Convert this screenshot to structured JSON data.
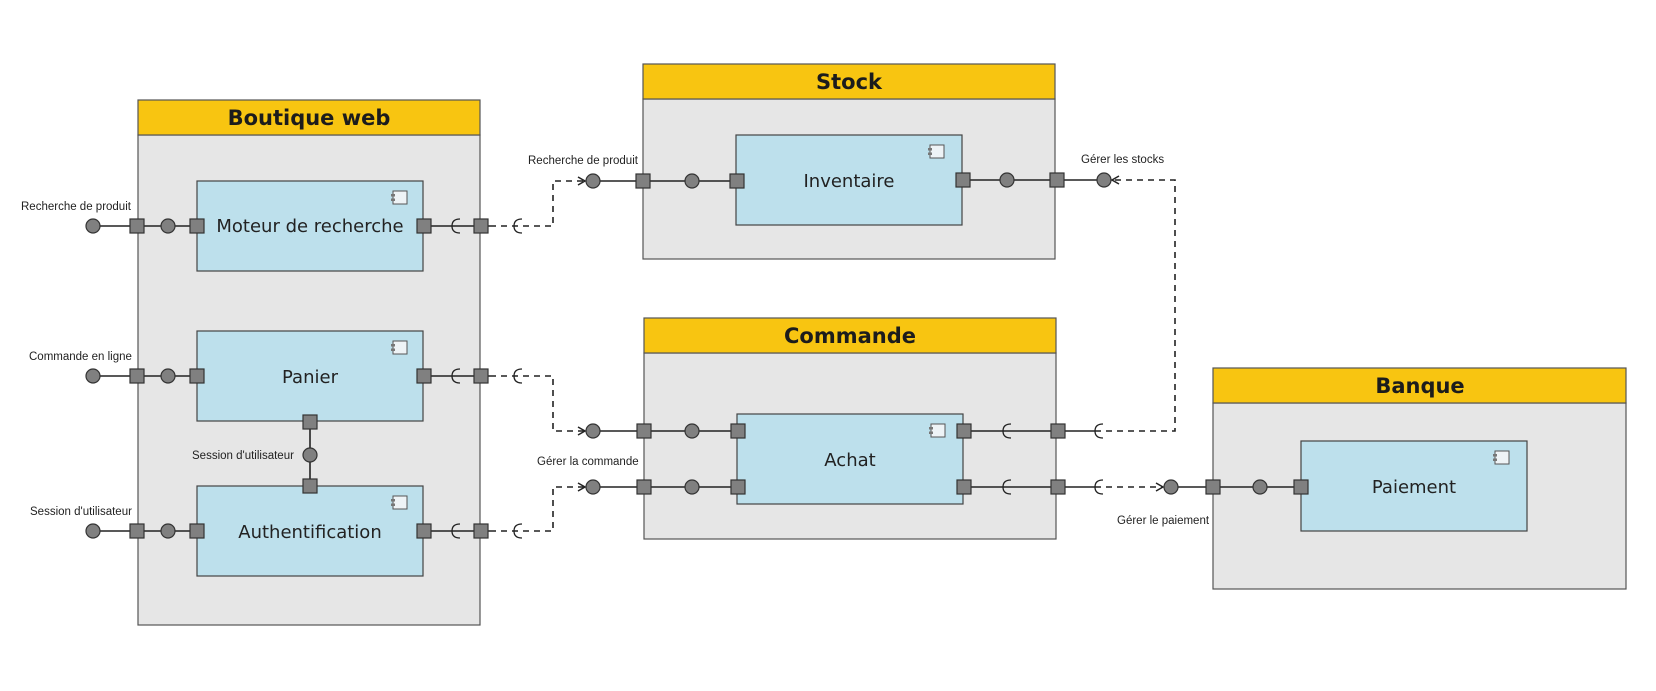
{
  "packages": {
    "boutique": "Boutique web",
    "stock": "Stock",
    "commande": "Commande",
    "banque": "Banque"
  },
  "components": {
    "moteur": "Moteur de recherche",
    "panier": "Panier",
    "auth": "Authentification",
    "inventaire": "Inventaire",
    "achat": "Achat",
    "paiement": "Paiement"
  },
  "interfaces": {
    "recherche_left": "Recherche de produit",
    "commande_left": "Commande en ligne",
    "session_left": "Session d'utilisateur",
    "session_mid": "Session d'utilisateur",
    "recherche_stock": "Recherche de produit",
    "gerer_stocks": "Gérer les stocks",
    "gerer_commande": "Gérer la commande",
    "gerer_paiement": "Gérer le paiement"
  }
}
